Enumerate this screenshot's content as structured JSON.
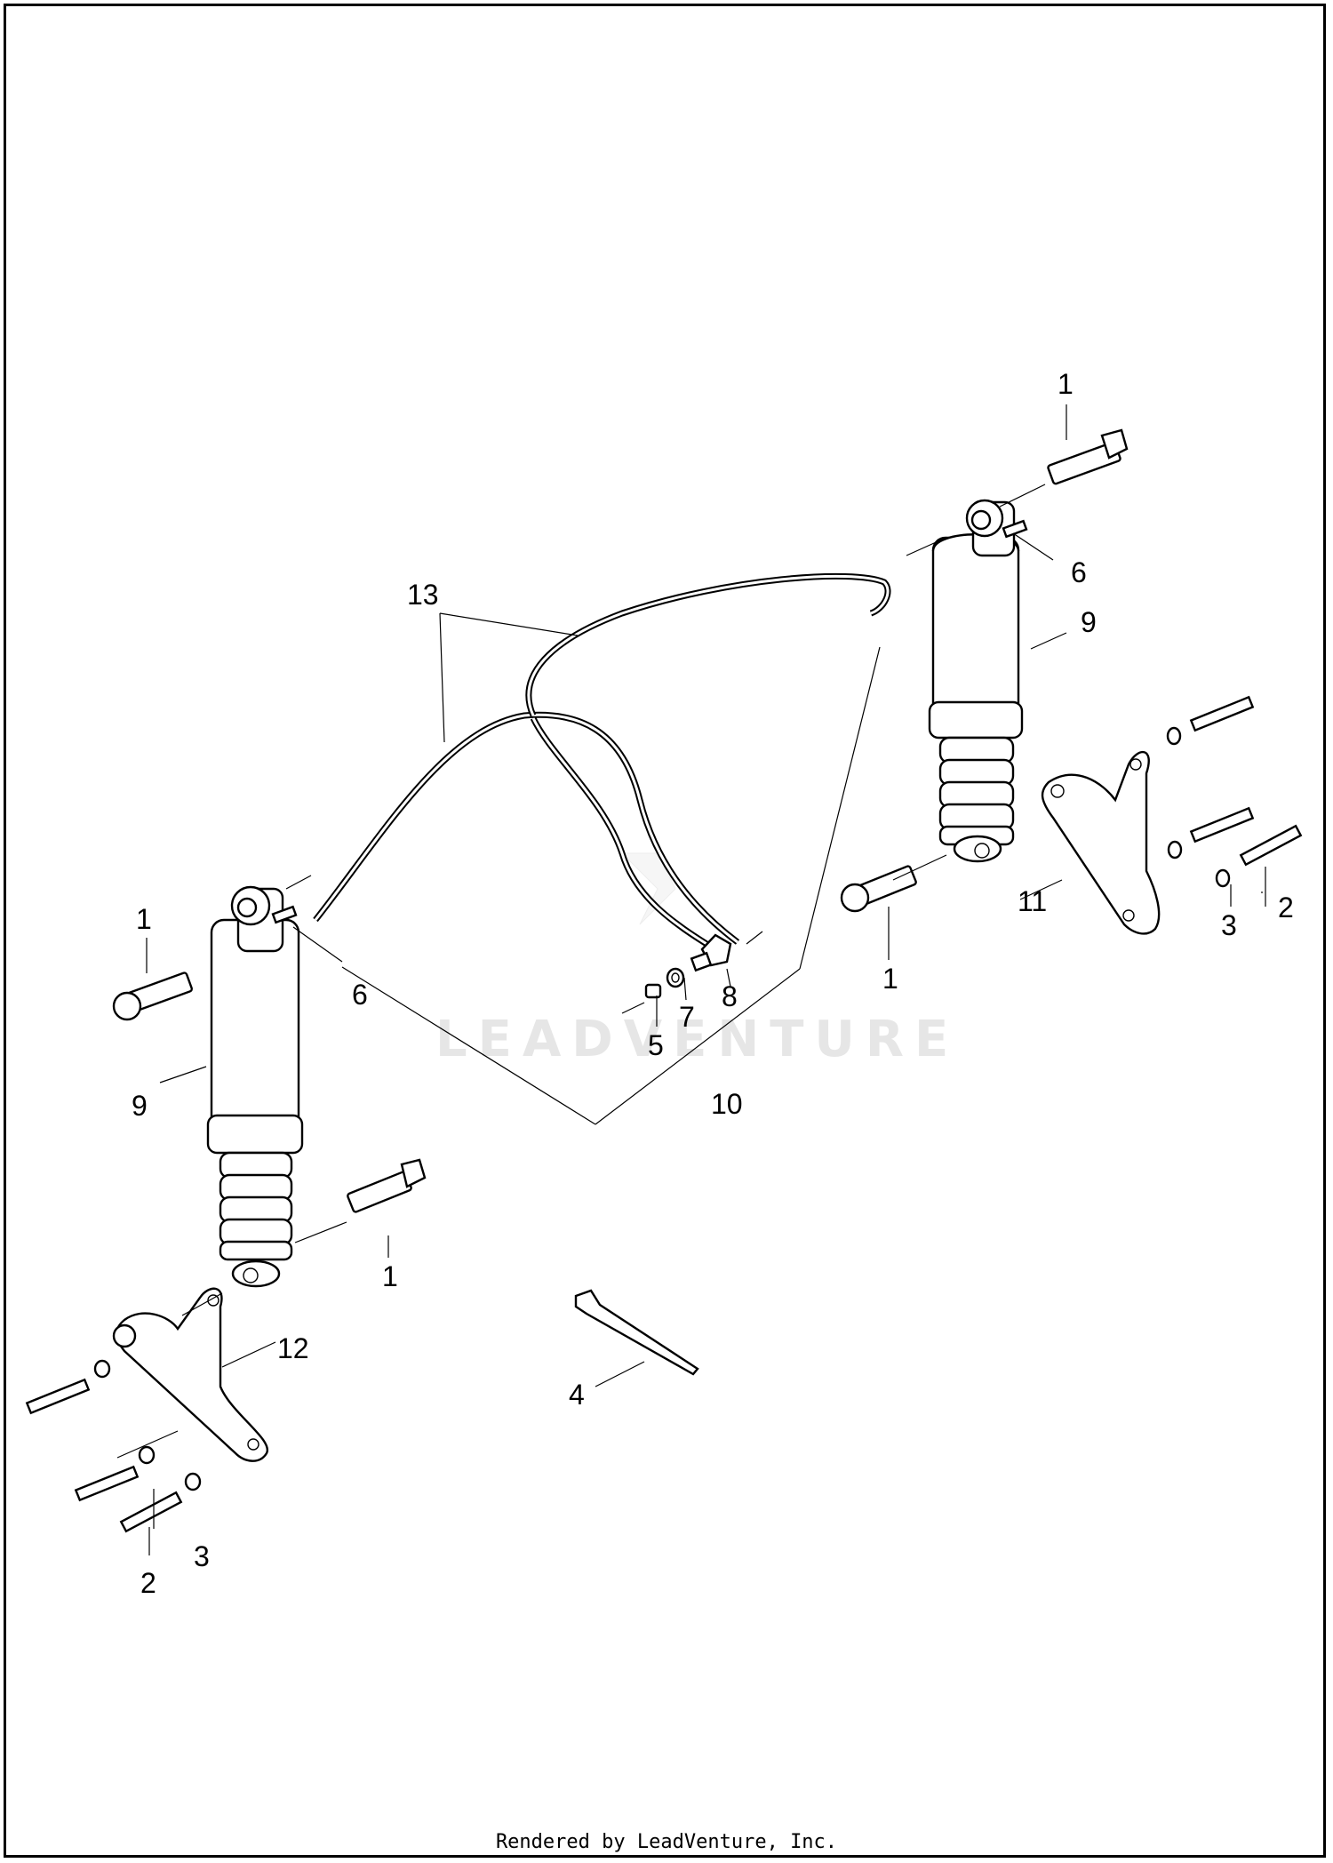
{
  "watermark": "LEADVENTURE",
  "footer": "Rendered by LeadVenture, Inc.",
  "callouts": {
    "c1_top_right": "1",
    "c6_right": "6",
    "c9_right": "9",
    "c13": "13",
    "c11": "11",
    "c2_right": "2",
    "c3_right": "3",
    "c1_right_lower": "1",
    "c1_left": "1",
    "c6_left": "6",
    "c5": "5",
    "c7": "7",
    "c8": "8",
    "c9_left": "9",
    "c10": "10",
    "c1_center": "1",
    "c12": "12",
    "c4": "4",
    "c2_left": "2",
    "c3_left": "3"
  }
}
